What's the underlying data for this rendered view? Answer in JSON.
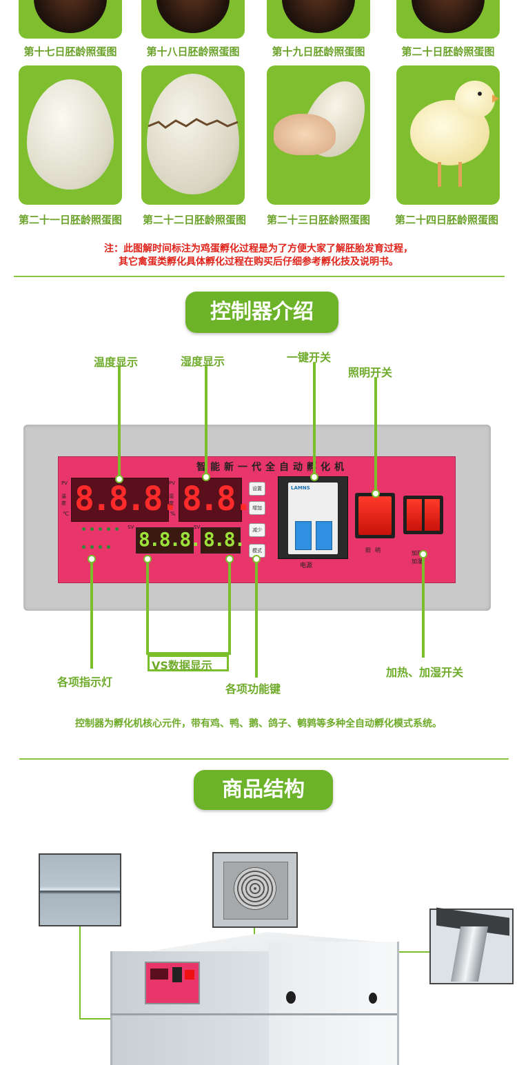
{
  "stages": {
    "row1": [
      {
        "caption": "第十七日胚龄照蛋图"
      },
      {
        "caption": "第十八日胚龄照蛋图"
      },
      {
        "caption": "第十九日胚龄照蛋图"
      },
      {
        "caption": "第二十日胚龄照蛋图"
      }
    ],
    "row2": [
      {
        "caption": "第二十一日胚龄照蛋图"
      },
      {
        "caption": "第二十二日胚龄照蛋图"
      },
      {
        "caption": "第二十三日胚龄照蛋图"
      },
      {
        "caption": "第二十四日胚龄照蛋图"
      }
    ]
  },
  "note": {
    "line1": "注：此图解时间标注为鸡蛋孵化过程是为了方便大家了解胚胎发育过程，",
    "line2": "其它禽蛋类孵化具体孵化过程在购买后仔细参考孵化技及说明书。"
  },
  "controller": {
    "title": "控制器介绍",
    "labels": {
      "temp_display": "温度显示",
      "humidity_display": "湿度显示",
      "one_key_switch": "一键开关",
      "light_switch": "照明开关",
      "indicators": "各项指示灯",
      "vs_display": "VS数据显示",
      "function_keys": "各项功能键",
      "heat_humid_switch": "加热、加湿开关"
    },
    "panel": {
      "brand_title": "智能新一代全自动孵化机",
      "pv": "PV",
      "sv": "SV",
      "temp_side": "温度",
      "temp_unit": "℃",
      "humid_side": "湿度",
      "humid_unit": "%",
      "temp_readout": "8.8.8.",
      "humid_readout": "8.8.",
      "sv_temp_readout": "8.8.8.",
      "sv_humid_readout": "8.8.",
      "buttons": [
        "设置",
        "增加",
        "减少",
        "模式"
      ],
      "power_label": "电源",
      "breaker_brand": "LAMNS",
      "light_label": "照明",
      "heat_label": "加热",
      "humid_label": "加湿"
    },
    "description": "控制器为孵化机核心元件，带有鸡、鸭、鹅、鸽子、鹌鹑等多种全自动孵化模式系统。"
  },
  "structure": {
    "title": "商品结构"
  },
  "colors": {
    "green": "#7fbf2f",
    "red_note": "#e0241b",
    "panel_pink": "#e8356a"
  }
}
